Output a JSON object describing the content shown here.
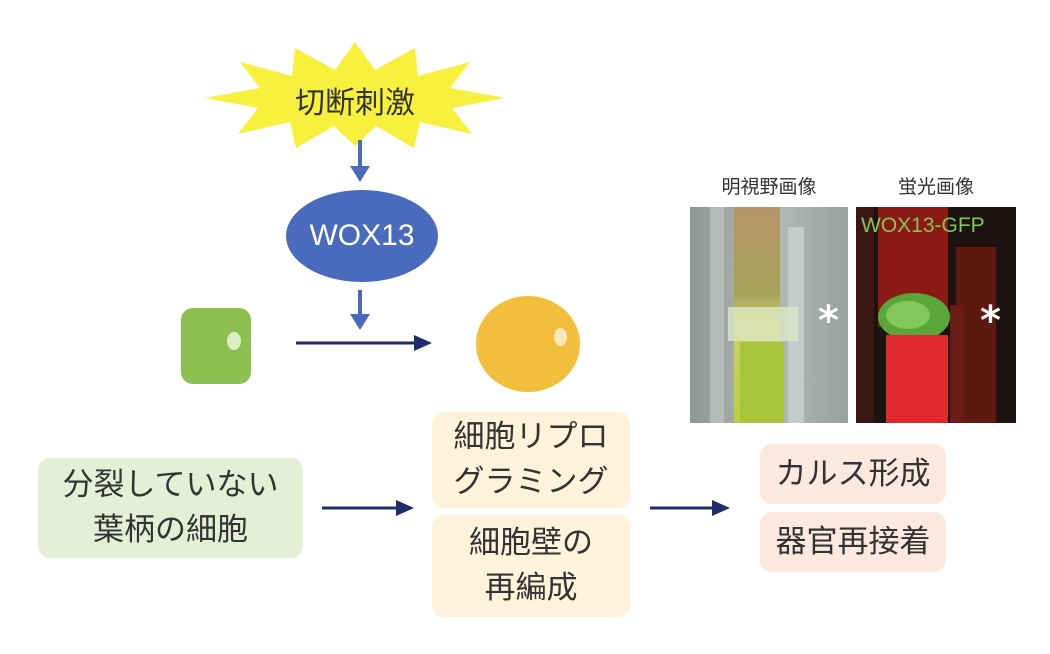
{
  "stimulus": {
    "label": "切断刺激"
  },
  "gene": {
    "label": "WOX13"
  },
  "boxes": {
    "non_dividing": "分裂していない\n葉柄の細胞",
    "reprogramming": "細胞リプロ\nグラミング",
    "cell_wall": "細胞壁の\n再編成",
    "callus": "カルス形成",
    "reattach": "器官再接着"
  },
  "photos": {
    "brightfield_label": "明視野画像",
    "fluorescence_label": "蛍光画像",
    "fluorescence_overlay": "WOX13-GFP",
    "asterisk": "*"
  },
  "colors": {
    "arrow_blue": "#4a6bbd",
    "arrow_navy": "#1f2d6b",
    "starburst": "#f7f03c",
    "green_cell": "#8cc152",
    "orange_cell": "#f2be3b"
  }
}
